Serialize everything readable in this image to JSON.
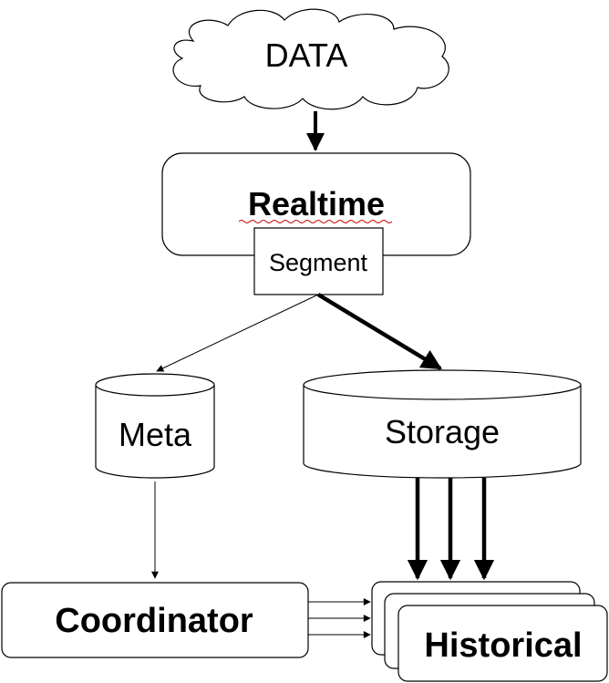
{
  "diagram": {
    "nodes": {
      "data": {
        "label": "DATA"
      },
      "realtime": {
        "label": "Realtime"
      },
      "segment": {
        "label": "Segment"
      },
      "meta": {
        "label": "Meta"
      },
      "storage": {
        "label": "Storage"
      },
      "coordinator": {
        "label": "Coordinator"
      },
      "historical": {
        "label": "Historical"
      }
    },
    "colors": {
      "stroke": "#000000",
      "fill": "#ffffff",
      "spellcheck_underline": "#cc0000"
    }
  }
}
